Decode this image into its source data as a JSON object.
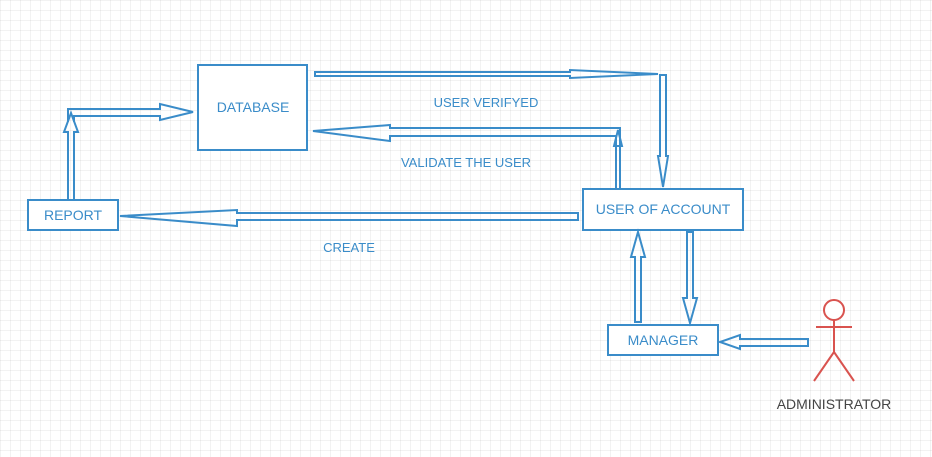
{
  "colors": {
    "accent": "#3a8cc9",
    "actor": "#d9534f",
    "actor_text": "#444444",
    "background": "#ffffff"
  },
  "nodes": {
    "database": "DATABASE",
    "report": "REPORT",
    "user_of_account": "USER OF ACCOUNT",
    "manager": "MANAGER"
  },
  "edges": {
    "user_verified": "USER VERIFYED",
    "validate_user": "VALIDATE THE USER",
    "create": "CREATE"
  },
  "actor": {
    "label": "ADMINISTRATOR",
    "icon": "stick-figure-icon"
  }
}
